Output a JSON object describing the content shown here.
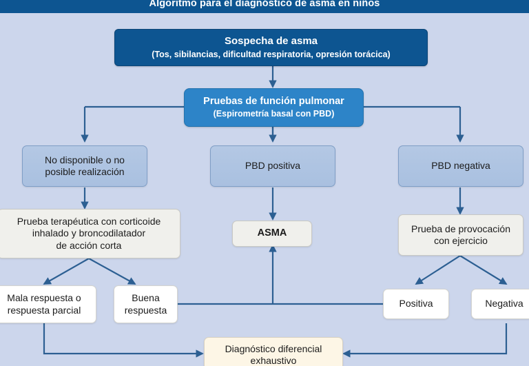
{
  "title": "Algoritmo para el diagnóstico de asma en niños",
  "colors": {
    "background": "#ccd6ec",
    "header_blue": "#0d5591",
    "mid_blue": "#2d84c8",
    "decision_blue": "#b4c8e4",
    "connector": "#2c5f92",
    "grey_node": "#f0f0ec",
    "white_node": "#ffffff",
    "cream_node": "#fdf6e6"
  },
  "nodes": {
    "suspicion": {
      "label": "Sospecha de asma",
      "sub": "(Tos, sibilancias, dificultad respiratoria, opresión torácica)"
    },
    "lung_function": {
      "label": "Pruebas de función pulmonar",
      "sub": "(Espirometría basal con PBD)"
    },
    "not_available": {
      "line1": "No disponible o no",
      "line2": "posible realización"
    },
    "pbd_positive": {
      "label": "PBD positiva"
    },
    "pbd_negative": {
      "label": "PBD negativa"
    },
    "therapeutic_trial": {
      "line1": "Prueba terapéutica con corticoide",
      "line2": "inhalado y broncodilatador",
      "line3": "de acción corta"
    },
    "asthma": {
      "label": "ASMA"
    },
    "exercise_challenge": {
      "line1": "Prueba de provocación",
      "line2": "con ejercicio"
    },
    "poor_response": {
      "line1": "Mala respuesta o",
      "line2": "respuesta parcial"
    },
    "good_response": {
      "line1": "Buena",
      "line2": "respuesta"
    },
    "challenge_positive": {
      "label": "Positiva"
    },
    "challenge_negative": {
      "label": "Negativa"
    },
    "differential": {
      "line1": "Diagnóstico diferencial",
      "line2": "exhaustivo"
    }
  },
  "chart_data": {
    "type": "diagram",
    "title": "Algoritmo para el diagnóstico de asma en niños",
    "flow": [
      {
        "from": "Sospecha de asma",
        "to": "Pruebas de función pulmonar"
      },
      {
        "from": "Pruebas de función pulmonar",
        "to": "No disponible o no posible realización"
      },
      {
        "from": "Pruebas de función pulmonar",
        "to": "PBD positiva"
      },
      {
        "from": "Pruebas de función pulmonar",
        "to": "PBD negativa"
      },
      {
        "from": "No disponible o no posible realización",
        "to": "Prueba terapéutica con corticoide inhalado y broncodilatador de acción corta"
      },
      {
        "from": "PBD positiva",
        "to": "ASMA"
      },
      {
        "from": "PBD negativa",
        "to": "Prueba de provocación con ejercicio"
      },
      {
        "from": "Prueba terapéutica con corticoide inhalado y broncodilatador de acción corta",
        "to": "Mala respuesta o respuesta parcial"
      },
      {
        "from": "Prueba terapéutica con corticoide inhalado y broncodilatador de acción corta",
        "to": "Buena respuesta"
      },
      {
        "from": "Prueba de provocación con ejercicio",
        "to": "Positiva"
      },
      {
        "from": "Prueba de provocación con ejercicio",
        "to": "Negativa"
      },
      {
        "from": "Buena respuesta",
        "to": "ASMA"
      },
      {
        "from": "Positiva",
        "to": "ASMA"
      },
      {
        "from": "Mala respuesta o respuesta parcial",
        "to": "Diagnóstico diferencial exhaustivo"
      },
      {
        "from": "Negativa",
        "to": "Diagnóstico diferencial exhaustivo"
      }
    ]
  }
}
